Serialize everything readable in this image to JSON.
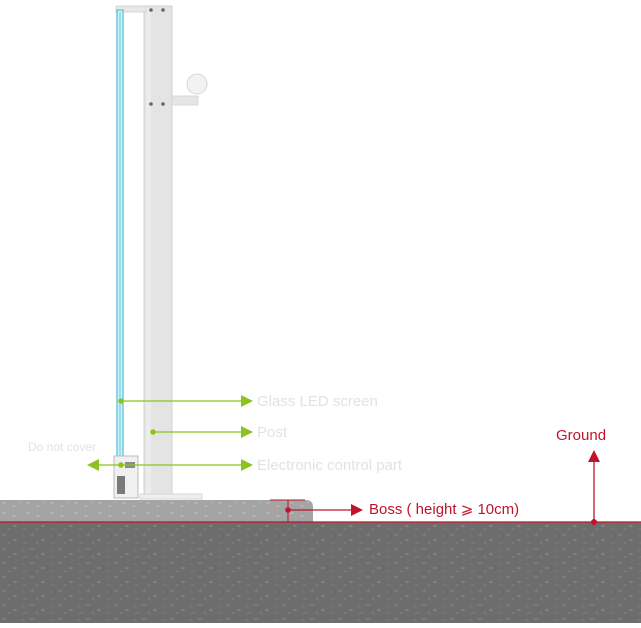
{
  "diagram": {
    "labels": {
      "glass_led_screen": "Glass LED screen",
      "post": "Post",
      "electronic_control_part": "Electronic control part",
      "do_not_cover": "Do not cover",
      "ground": "Ground",
      "boss": "Boss ( height ⩾ 10cm)"
    },
    "colors": {
      "callout_green": "#8dc21f",
      "callout_red": "#c0142c",
      "glass_blue": "#5cc6de",
      "post_gray": "#e4e4e4",
      "ground_gray": "#6d6d6d",
      "boss_gray": "#a4a4a4",
      "label_gray": "#e2e2e2"
    }
  }
}
